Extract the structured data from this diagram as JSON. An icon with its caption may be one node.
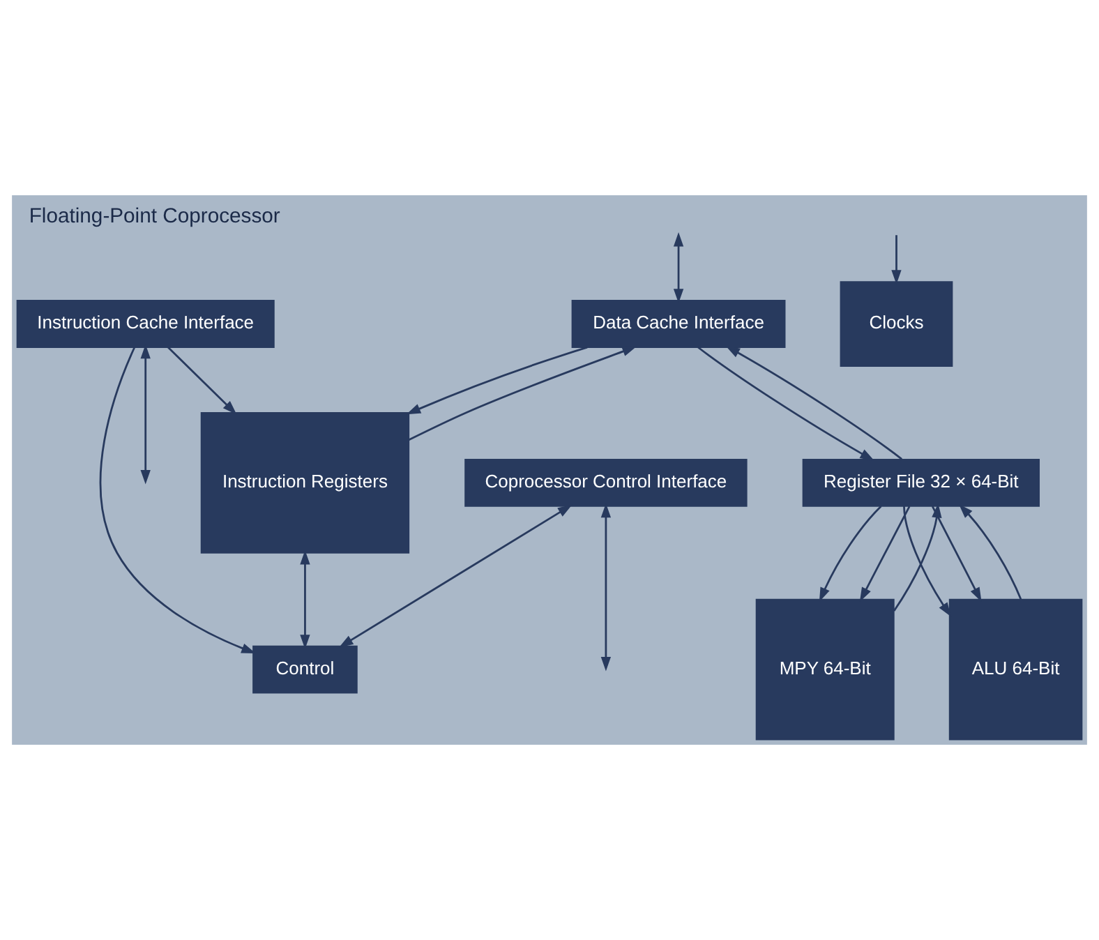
{
  "diagram": {
    "title": "Floating-Point Coprocessor",
    "nodes": [
      {
        "text": [
          "Data Cache Interface"
        ]
      },
      {
        "text": [
          "Clocks"
        ]
      },
      {
        "text": [
          "Instruction Registers"
        ]
      },
      {
        "text": [
          "Register File 32 × 64-Bit"
        ]
      },
      {
        "text": [
          "MPY 64-Bit"
        ]
      },
      {
        "text": [
          "ALU 64-Bit"
        ]
      },
      {
        "text": [
          "Control"
        ]
      },
      {
        "text": [
          "Instruction Cache Interface"
        ]
      },
      {
        "text": [
          "Coprocessor Control Interface"
        ]
      }
    ],
    "edges": [
      {
        "from": null,
        "to": 0,
        "arrow": "both"
      },
      {
        "from": null,
        "to": 1,
        "arrow": "to"
      },
      {
        "from": 0,
        "to": 3,
        "arrow": "to"
      },
      {
        "from": 0,
        "to": 2,
        "arrow": "to"
      },
      {
        "from": 3,
        "to": 0,
        "arrow": "to"
      },
      {
        "from": 2,
        "to": 0,
        "arrow": "to"
      },
      {
        "from": 3,
        "to": 4,
        "arrow": "to"
      },
      {
        "from": 3,
        "to": 4,
        "arrow": "to"
      },
      {
        "from": 3,
        "to": 5,
        "arrow": "to"
      },
      {
        "from": 3,
        "to": 5,
        "arrow": "to"
      },
      {
        "from": 4,
        "to": 3,
        "arrow": "to"
      },
      {
        "from": 5,
        "to": 3,
        "arrow": "to"
      },
      {
        "from": 2,
        "to": 6,
        "arrow": "both"
      },
      {
        "from": 7,
        "to": 2,
        "arrow": "to"
      },
      {
        "from": 7,
        "to": 6,
        "arrow": "to"
      },
      {
        "from": 8,
        "to": 6,
        "arrow": "both"
      },
      {
        "from": 7,
        "to": null,
        "arrow": "both"
      },
      {
        "from": 8,
        "to": null,
        "arrow": "both"
      }
    ]
  }
}
